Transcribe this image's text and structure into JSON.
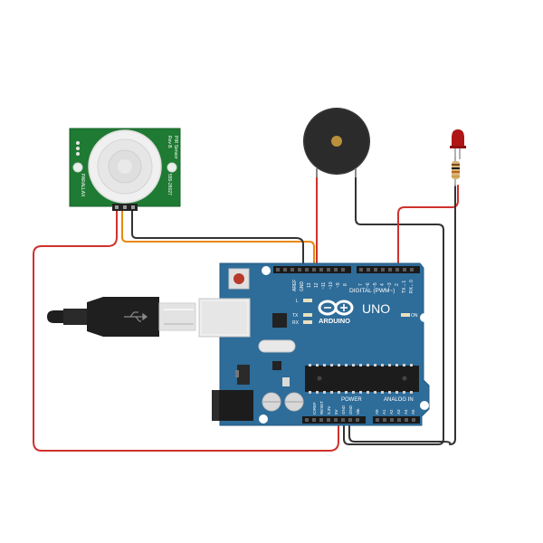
{
  "pir_sensor": {
    "label_top": "PIR Sensor",
    "label_ver": "Rev B",
    "part_no": "555-28027",
    "brand": "PARALLAX",
    "pins": [
      "+",
      "●",
      "-"
    ]
  },
  "arduino": {
    "brand": "ARDUINO",
    "model": "UNO",
    "digital_label": "DIGITAL (PWM~)",
    "power_label": "POWER",
    "analog_label": "ANALOG IN",
    "on_label": "ON",
    "l_label": "L",
    "tx_label": "TX",
    "rx_label": "RX",
    "top_pins": [
      "AREF",
      "GND",
      "13",
      "12",
      "~11",
      "~10",
      "~9",
      "8",
      "7",
      "~6",
      "~5",
      "4",
      "~3",
      "2",
      "TX→1",
      "RX←0"
    ],
    "power_pins": [
      "IOREF",
      "RESET",
      "3.3V",
      "5V",
      "GND",
      "GND",
      "Vin"
    ],
    "analog_pins": [
      "A0",
      "A1",
      "A2",
      "A3",
      "A4",
      "A5"
    ]
  },
  "colors": {
    "board": "#2e6c99",
    "board_edge": "#245a82",
    "pir_pcb": "#1f7a33",
    "wire_red": "#d0312d",
    "wire_black": "#333333",
    "wire_orange": "#e8890c",
    "led": "#b01515",
    "buzzer": "#2b2b2b"
  }
}
